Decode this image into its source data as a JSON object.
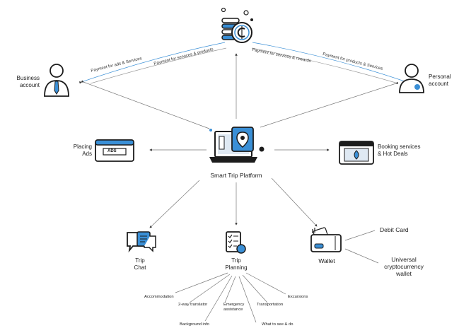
{
  "business": "Business\naccount",
  "personal": "Personal\naccount",
  "pay_ads": "Payment for ads & Services",
  "pay_services_products": "Payment for services & products",
  "pay_services_rewards": "Payment for services & rewards",
  "pay_products_services": "Payment for products & Services",
  "placing_ads": "Placing\nAds",
  "ads_badge": "ADS",
  "booking": "Booking services\n& Hot Deals",
  "platform": "Smart Trip Platform",
  "trip_chat": "Trip\nChat",
  "trip_planning": "Trip\nPlanning",
  "wallet": "Wallet",
  "debit_card": "Debit Card",
  "crypto_wallet": "Universal\ncryptocurrency\nwallet",
  "planning_items": {
    "accommodation": "Accommodation",
    "translator": "2-way translator",
    "background": "Background info",
    "emergency": "Emergency\nassistance",
    "what_to_see": "What to see & do",
    "transportation": "Transportation",
    "excursions": "Excursions"
  },
  "colors": {
    "accent": "#3a8fd6",
    "dark": "#1c1c1c",
    "light_accent": "#9ccbf0"
  }
}
